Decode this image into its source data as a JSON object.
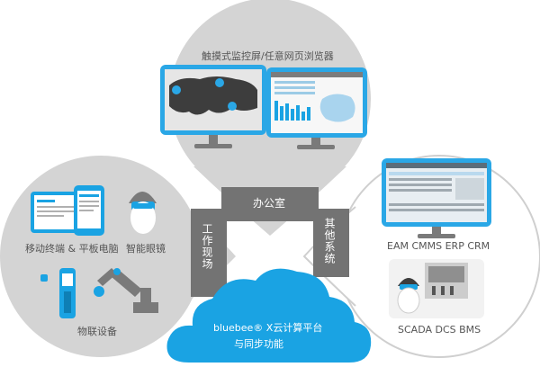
{
  "top_section": {
    "title": "触摸式监控屏/任意网页浏览器"
  },
  "office_tab": {
    "label": "办公室"
  },
  "left_tab": {
    "label": "工作现场"
  },
  "right_tab": {
    "label": "其他系统"
  },
  "left_section": {
    "mobile_label": "移动终端 & 平板电脑",
    "glasses_label": "智能眼镜",
    "iot_label": "物联设备"
  },
  "right_section": {
    "systems_label": "EAM CMMS ERP CRM",
    "scada_label": "SCADA DCS BMS"
  },
  "cloud": {
    "line1": "bluebee® X云计算平台",
    "line2": "与同步功能"
  },
  "colors": {
    "circle_gray": "#d4d4d4",
    "tab_gray": "#737373",
    "cloud_blue": "#1aa3e3",
    "monitor_blue": "#2aa7e6",
    "text_gray": "#555555"
  }
}
